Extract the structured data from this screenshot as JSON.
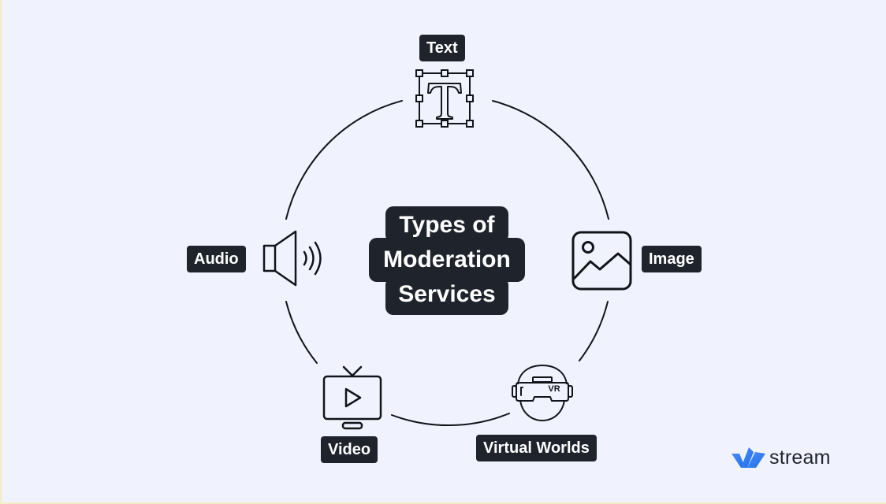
{
  "diagram": {
    "title_lines": [
      "Types of",
      "Moderation",
      "Services"
    ],
    "nodes": [
      {
        "id": "text",
        "label": "Text",
        "icon": "text-tool-icon"
      },
      {
        "id": "image",
        "label": "Image",
        "icon": "image-icon"
      },
      {
        "id": "virtual_worlds",
        "label": "Virtual Worlds",
        "icon": "vr-headset-icon"
      },
      {
        "id": "video",
        "label": "Video",
        "icon": "tv-play-icon"
      },
      {
        "id": "audio",
        "label": "Audio",
        "icon": "speaker-icon"
      }
    ]
  },
  "brand": {
    "name": "stream",
    "logo_icon": "stream-logo-icon",
    "color_start": "#1d6de8",
    "color_end": "#4d8ef7"
  },
  "colors": {
    "background": "#f0f3fe",
    "label_bg": "#1f242c",
    "label_text": "#ffffff",
    "stroke": "#111418"
  }
}
